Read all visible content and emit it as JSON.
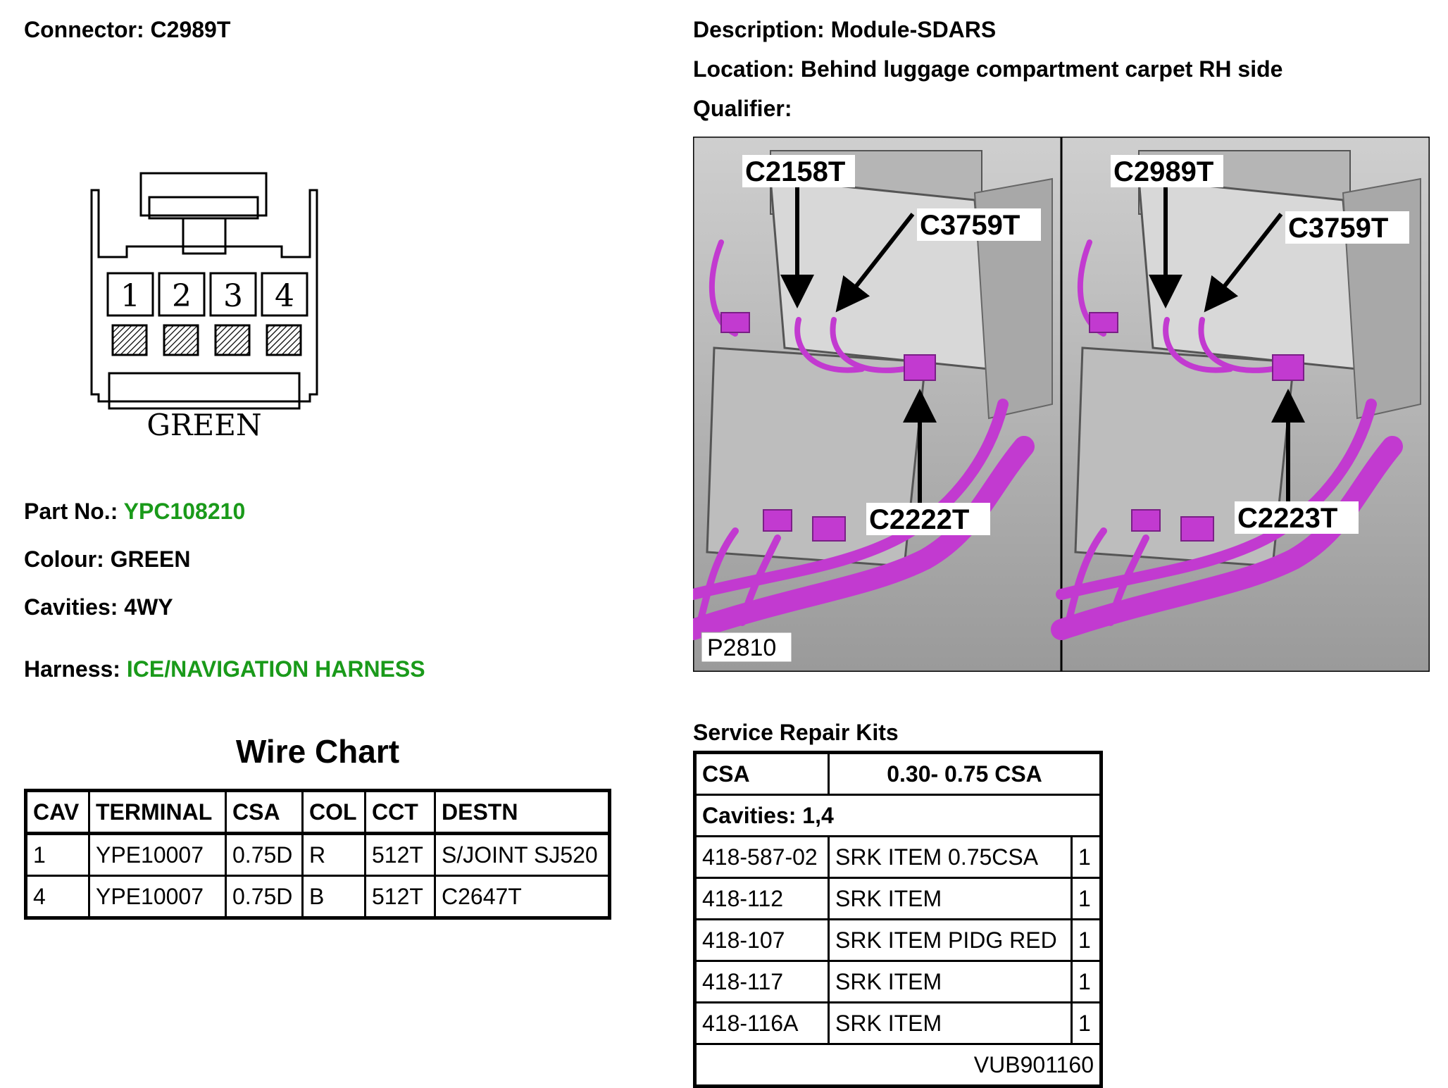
{
  "connector": {
    "label": "Connector: C2989T"
  },
  "description": {
    "label": "Description: Module-SDARS"
  },
  "location": {
    "label": "Location: Behind luggage compartment carpet RH side"
  },
  "qualifier": {
    "label": "Qualifier:"
  },
  "pinout": {
    "pins": [
      "1",
      "2",
      "3",
      "4"
    ],
    "colour_caption": "GREEN"
  },
  "part": {
    "label": "Part No.:",
    "value": "YPC108210"
  },
  "colour": {
    "label": "Colour: GREEN"
  },
  "cavities": {
    "label": "Cavities: 4WY"
  },
  "harness": {
    "label": "Harness:",
    "value": "ICE/NAVIGATION HARNESS"
  },
  "photo": {
    "callouts_left": [
      "C2158T",
      "C3759T",
      "C2222T"
    ],
    "callouts_right": [
      "C2989T",
      "C3759T",
      "C2223T"
    ],
    "ref": "P2810"
  },
  "wire_chart": {
    "title": "Wire Chart",
    "headers": [
      "CAV",
      "TERMINAL",
      "CSA",
      "COL",
      "CCT",
      "DESTN"
    ],
    "rows": [
      [
        "1",
        "YPE10007",
        "0.75D",
        "R",
        "512T",
        "S/JOINT SJ520"
      ],
      [
        "4",
        "YPE10007",
        "0.75D",
        "B",
        "512T",
        "C2647T"
      ]
    ]
  },
  "srk": {
    "title": "Service Repair Kits",
    "csa_label": "CSA",
    "csa_value": "0.30- 0.75 CSA",
    "cavities": "Cavities: 1,4",
    "rows": [
      [
        "418-587-02",
        "SRK ITEM 0.75CSA",
        "1"
      ],
      [
        "418-112",
        "SRK ITEM",
        "1"
      ],
      [
        "418-107",
        "SRK ITEM PIDG RED",
        "1"
      ],
      [
        "418-117",
        "SRK ITEM",
        "1"
      ],
      [
        "418-116A",
        "SRK ITEM",
        "1"
      ]
    ],
    "footer": "VUB901160"
  },
  "colors": {
    "green_text": "#1a9a1a",
    "harness_magenta": "#c23ad0"
  }
}
